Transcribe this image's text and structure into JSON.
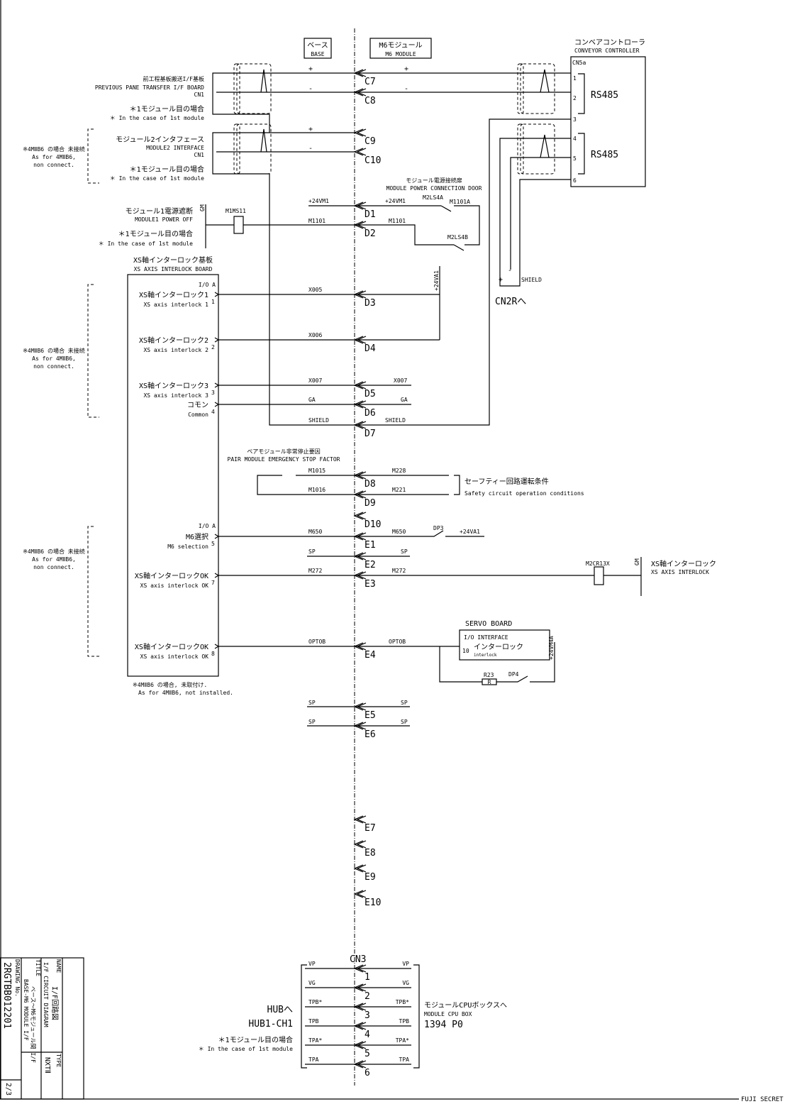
{
  "header": {
    "base_ja": "ベース",
    "base_en": "BASE",
    "module_ja": "M6モジュール",
    "module_en": "M6 MODULE",
    "conveyor_ja": "コンベアコントローラ",
    "conveyor_en": "CONVEYOR CONTROLLER",
    "cn5a": "CN5a",
    "rs485_a": "RS485",
    "rs485_b": "RS485",
    "cn5a_pins": [
      "1",
      "2",
      "3",
      "4",
      "5",
      "6"
    ]
  },
  "connectors": [
    "C7",
    "C8",
    "C9",
    "C10",
    "D1",
    "D2",
    "D3",
    "D4",
    "D5",
    "D6",
    "D7",
    "D8",
    "D9",
    "D10",
    "E1",
    "E2",
    "E3",
    "E4",
    "E5",
    "E6",
    "E7",
    "E8",
    "E9",
    "E10"
  ],
  "prev_board": {
    "ja": "前工程基板搬送I/F基板",
    "en": "PREVIOUS PANE TRANSFER I/F BOARD",
    "cn": "CN1",
    "note_ja": "＊1モジュール目の場合",
    "note_en": "＊ In the case of 1st module"
  },
  "module2": {
    "ja": "モジュール2インタフェース",
    "en": "MODULE2 INTERFACE",
    "cn": "CN1",
    "note_ja": "＊1モジュール目の場合",
    "note_en": "＊ In the case of 1st module"
  },
  "non_connect_note": {
    "ja": "※4MⅡB6 の場合 未接続",
    "en1": "As for 4MⅡB6,",
    "en2": "non connect."
  },
  "signals": {
    "plus": "+",
    "minus": "-",
    "p24vm1": "+24VM1",
    "m1101": "M1101",
    "m1101a": "M1101A",
    "m2ls4a": "M2LS4A",
    "m2ls4b": "M2LS4B",
    "door_ja": "モジュール電源接続扉",
    "door_en": "MODULE POWER CONNECTION DOOR",
    "x005": "X005",
    "x006": "X006",
    "x007": "X007",
    "ga": "GA",
    "shield": "SHIELD",
    "p24va1": "+24VA1",
    "m1015": "M1015",
    "m228": "M228",
    "m1016": "M1016",
    "m221": "M221",
    "m650": "M650",
    "dp3": "DP3",
    "sp": "SP",
    "m272": "M272",
    "optob": "OPTOB",
    "m2cr13x": "M2CR13X",
    "gm": "GM",
    "m1ms11": "M1MS11",
    "r23": "R23",
    "r": "R",
    "dp4": "DP4",
    "p24vm4a": "+24VM4A"
  },
  "power_off": {
    "ja": "モジュール1電源遮断",
    "en": "MODULE1 POWER OFF",
    "note_ja": "＊1モジュール目の場合",
    "note_en": "＊ In the case of 1st module"
  },
  "cn2r": {
    "plus": "+",
    "minus": "-",
    "shield": "SHIELD",
    "label": "CN2Rへ"
  },
  "xs_board": {
    "title_ja": "XS軸インターロック基板",
    "title_en": "XS AXIS INTERLOCK BOARD",
    "io_a": "I/O A",
    "io_a2": "I/O A",
    "items": [
      {
        "ja": "XS軸インターロック1",
        "en": "XS axis interlock 1",
        "pin": "1"
      },
      {
        "ja": "XS軸インターロック2",
        "en": "XS axis interlock 2",
        "pin": "2"
      },
      {
        "ja": "XS軸インターロック3",
        "en": "XS axis interlock 3",
        "pin": "3"
      },
      {
        "ja": "コモン",
        "en": "Common",
        "pin": "4"
      },
      {
        "ja": "M6選択",
        "en": "M6 selection",
        "pin": "5"
      },
      {
        "ja": "XS軸インターロックOK",
        "en": "XS axis interlock OK",
        "pin": "7"
      },
      {
        "ja": "XS軸インターロックOK",
        "en": "XS axis interlock OK",
        "pin": "8"
      }
    ],
    "not_installed_ja": "※4MⅡB6 の場合, 未取付け.",
    "not_installed_en": "As for 4MⅡB6, not installed."
  },
  "pair_module": {
    "ja": "ペアモジュール非常停止要因",
    "en": "PAIR MODULE EMERGENCY STOP FACTOR"
  },
  "safety": {
    "ja": "セーフティー回路運転条件",
    "en": "Safety circuit operation conditions"
  },
  "xs_interlock_out": {
    "ja": "XS軸インターロック",
    "en": "XS AXIS INTERLOCK"
  },
  "servo_board": {
    "title": "SERVO BOARD",
    "io": "I/O INTERFACE",
    "pin": "10",
    "ja": "インターロック",
    "en": "interlock"
  },
  "cn3": {
    "title": "CN3",
    "pins": [
      {
        "n": "1",
        "sig": "VP"
      },
      {
        "n": "2",
        "sig": "VG"
      },
      {
        "n": "3",
        "sig": "TPB*"
      },
      {
        "n": "4",
        "sig": "TPB"
      },
      {
        "n": "5",
        "sig": "TPA*"
      },
      {
        "n": "6",
        "sig": "TPA"
      }
    ],
    "hub": "HUBへ",
    "hub_ch": "HUB1-CH1",
    "note_ja": "＊1モジュール目の場合",
    "note_en": "＊ In the case of 1st module",
    "cpu_ja": "モジュールCPUボックスへ",
    "cpu_en": "MODULE CPU BOX",
    "cpu_port": "1394 P0"
  },
  "title_block": {
    "name_label": "NAME",
    "name_ja": "I/F回路図",
    "name_en": "I/F CIRCUIT DIAGRAM",
    "title_label": "TITLE",
    "title_ja": "ベース～M6モジュール間 I/F",
    "title_en": "BASE-M6 MODULE I/F",
    "drawing_label": "DRAWING No.",
    "drawing_no": "2RGTBB012201",
    "type_label": "TYPE",
    "type_value": "NXTⅡ",
    "sheet": "2/3"
  },
  "footer": {
    "secret": "FUJI SECRET"
  }
}
